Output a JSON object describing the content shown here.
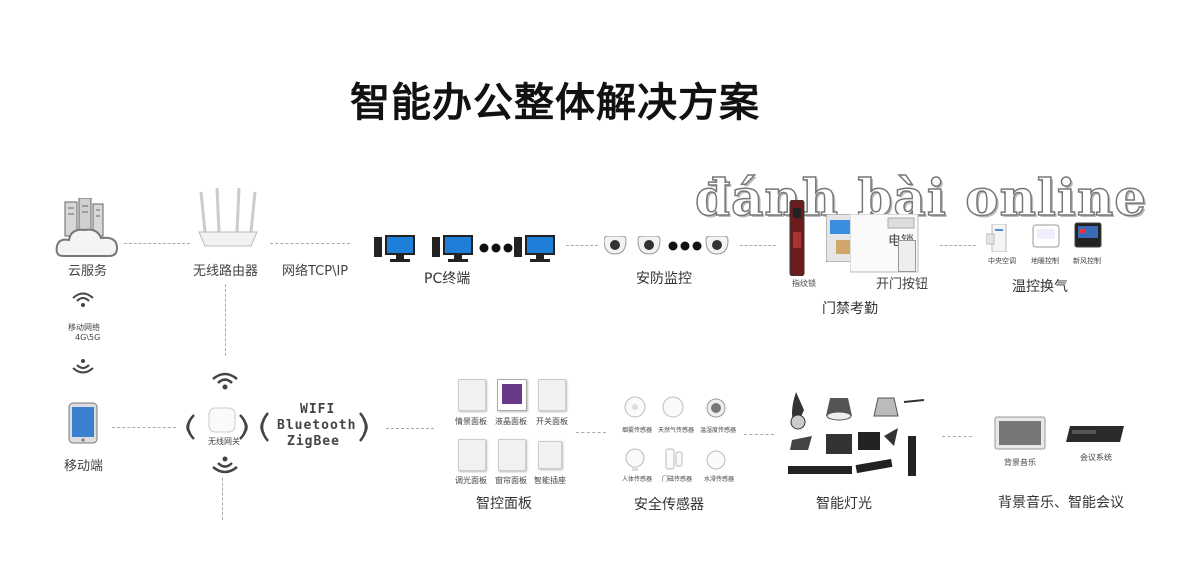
{
  "title": "智能办公整体解决方案",
  "watermark": "đánh bài online",
  "top_row": {
    "cloud": "云服务",
    "router": "无线路由器",
    "tcpip": "网络TCP\\IP",
    "pc": "PC终端",
    "security": "安防监控",
    "access": {
      "label": "门禁考勤",
      "fingerprint": "指纹锁",
      "elock": "电锁",
      "open_button": "开门按钮"
    },
    "climate": {
      "label": "温控换气",
      "items": [
        "中央空调",
        "地暖控制",
        "新风控制"
      ]
    }
  },
  "left_column": {
    "mobile_net_line1": "移动网络",
    "mobile_net_line2": "4G\\5G",
    "mobile": "移动端"
  },
  "bottom_row": {
    "gateway": "无线网关",
    "protocols": [
      "WIFI",
      "Bluetooth",
      "ZigBee"
    ],
    "panels": {
      "label": "智控面板",
      "items": [
        "情景面板",
        "液晶面板",
        "开关面板",
        "调光面板",
        "窗帘面板",
        "智能插座"
      ]
    },
    "sensors": {
      "label": "安全传感器",
      "items": [
        "烟雾传感器",
        "天然气传感器",
        "温湿度传感器",
        "人体传感器",
        "门磁传感器",
        "水浸传感器"
      ]
    },
    "lighting": {
      "label": "智能灯光"
    },
    "music": {
      "label": "背景音乐、智能会议",
      "bg_music": "背景音乐",
      "conference": "会议系统"
    }
  },
  "colors": {
    "screen_blue": "#1e7fd8",
    "line_gray": "#aaaaaa"
  }
}
